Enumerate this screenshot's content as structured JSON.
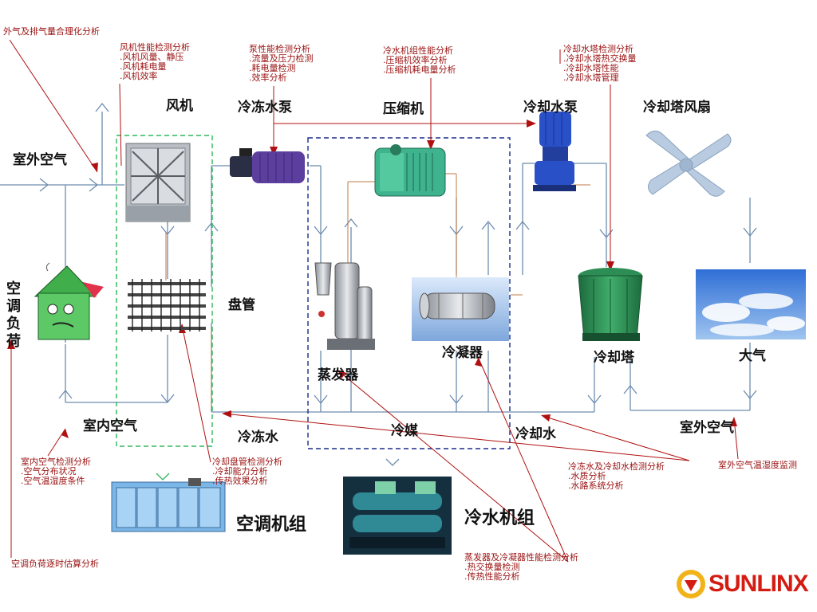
{
  "components": {
    "fan": "风机",
    "chilled_pump": "冷冻水泵",
    "compressor": "压缩机",
    "cooling_pump": "冷却水泵",
    "tower_fan": "冷却塔风扇",
    "coil": "盘管",
    "evaporator": "蒸发器",
    "condenser": "冷凝器",
    "cooling_tower": "冷却塔",
    "atmosphere": "大气",
    "ahu": "空调机组",
    "chiller": "冷水机组"
  },
  "flows": {
    "outdoor_air_top": "室外空气",
    "indoor_air": "室内空气",
    "chilled_water": "冷冻水",
    "refrigerant": "冷媒",
    "cooling_water": "冷却水",
    "outdoor_air_bottom": "室外空气"
  },
  "load_label": [
    "空",
    "调",
    "负",
    "荷"
  ],
  "annotations": {
    "outdoor_exhaust": "外气及排气量合理化分析",
    "fan_perf": {
      "title": "风机性能检测分析",
      "items": [
        ".风机风量、静压",
        ".风机耗电量",
        ".风机效率"
      ]
    },
    "pump_perf": {
      "title": "泵性能检测分析",
      "items": [
        ".流量及压力检测",
        ".耗电量检测",
        ".效率分析"
      ]
    },
    "chiller_perf": {
      "title": "冷水机组性能分析",
      "items": [
        ".压缩机效率分析",
        ".压缩机耗电量分析"
      ]
    },
    "tower_perf": {
      "title": "冷却水塔检测分析",
      "items": [
        ".冷却水塔热交换量",
        ".冷却水塔性能",
        ".冷却水塔管理"
      ]
    },
    "indoor_air": {
      "title": "室内空气检测分析",
      "items": [
        ".空气分布状况",
        ".空气温湿度条件"
      ]
    },
    "coil_perf": {
      "title": "冷却盘管检测分析",
      "items": [
        ".冷却能力分析",
        ".传热效果分析"
      ]
    },
    "water_check": {
      "title": "冷冻水及冷却水检测分析",
      "items": [
        ".水质分析",
        ".水路系统分析"
      ]
    },
    "outdoor_monitor": "室外空气温湿度监测",
    "load_estimate": "空调负荷逐时估算分析",
    "hx_perf": {
      "title": "蒸发器及冷凝器性能检测分析",
      "items": [
        ".热交换量检测",
        ".传热性能分析"
      ]
    }
  },
  "brand": "SUNLINX",
  "colors": {
    "annotation": "#9a1010",
    "pipe": "#c07a48",
    "flow_line": "#6d8cae",
    "ahu_box": "#2db85a",
    "chiller_box": "#1a2a8c",
    "brand_red": "#d41c12",
    "brand_gold": "#f2b31a"
  }
}
